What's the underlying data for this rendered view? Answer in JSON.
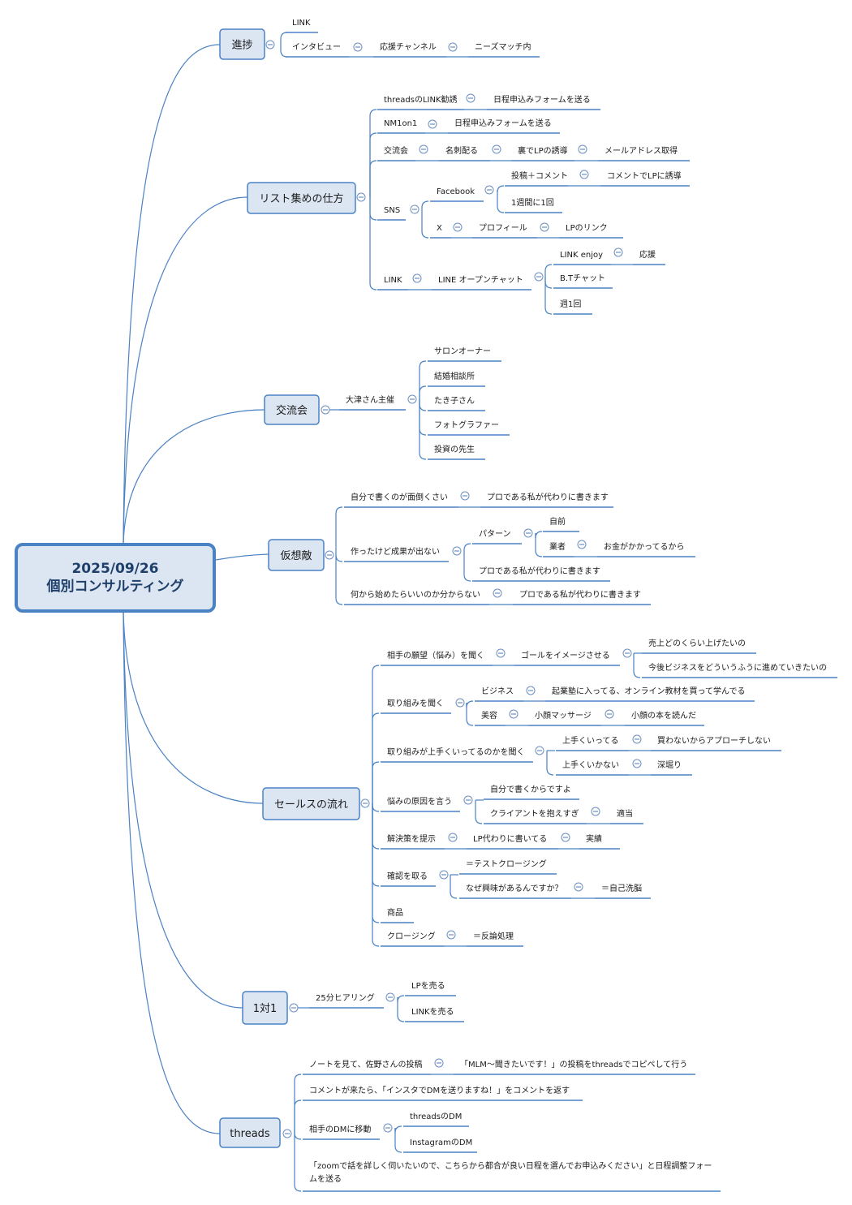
{
  "root": {
    "line1": "2025/09/26",
    "line2": "個別コンサルティング"
  },
  "topics": {
    "shinchoku": "進捗",
    "list": "リスト集めの仕方",
    "koryukai": "交流会",
    "kaso": "仮想敵",
    "sales": "セールスの流れ",
    "oneonone": "1対1",
    "threads": "threads"
  },
  "texts": {
    "p_link": "LINK",
    "p_interview": "インタビュー",
    "p_ouen": "応援チャンネル",
    "p_needs": "ニーズマッチ内",
    "l_threadslink": "threadsのLINK勧誘",
    "l_nittei1": "日程申込みフォームを送る",
    "l_nm": "NM1on1",
    "l_nittei2": "日程申込みフォームを送る",
    "l_koryu": "交流会",
    "l_meishi": "名刺配る",
    "l_ura": "裏でLPの誘導",
    "l_mail": "メールアドレス取得",
    "l_sns": "SNS",
    "l_fb": "Facebook",
    "l_toko": "投稿＋コメント",
    "l_comment": "コメントでLPに誘導",
    "l_shukan": "1週間に1回",
    "l_x": "X",
    "l_profile": "プロフィール",
    "l_lplink": "LPのリンク",
    "l_link": "LINK",
    "l_lineopen": "LINE オープンチャット",
    "l_enjoy": "LINK enjoy",
    "l_ouen": "応援",
    "l_bt": "B.Tチャット",
    "l_shu1": "週1回",
    "k_otsu": "大津さん主催",
    "k_salon": "サロンオーナー",
    "k_kekkon": "結婚相談所",
    "k_takiko": "たき子さん",
    "k_photo": "フォトグラファー",
    "k_toshi": "投資の先生",
    "v_jibun": "自分で書くのが面倒くさい",
    "v_pro1": "プロである私が代わりに書きます",
    "v_tsukutta": "作ったけど成果が出ない",
    "v_pattern": "パターン",
    "v_jimae": "自前",
    "v_gyosha": "業者",
    "v_okane": "お金がかかってるから",
    "v_pro2": "プロである私が代わりに書きます",
    "v_nanikara": "何から始めたらいいのか分からない",
    "v_pro3": "プロである私が代わりに書きます",
    "s_ganbo": "相手の願望（悩み）を聞く",
    "s_goal": "ゴールをイメージさせる",
    "s_uriage": "売上どのくらい上げたいの",
    "s_kongo": "今後ビジネスをどういうふうに進めていきたいの",
    "s_torikumi": "取り組みを聞く",
    "s_business": "ビジネス",
    "s_kigyo": "起業塾に入ってる、オンライン教材を買って学んでる",
    "s_biyo": "美容",
    "s_kogao": "小顔マッサージ",
    "s_kogaohon": "小顔の本を読んだ",
    "s_umaku": "取り組みが上手くいってるのかを聞く",
    "s_umakuitte": "上手くいってる",
    "s_kawanai": "買わないからアプローチしない",
    "s_umakuikanai": "上手くいかない",
    "s_fukabori": "深堀り",
    "s_nayami": "悩みの原因を言う",
    "s_jibun": "自分で書くからですよ",
    "s_client": "クライアントを抱えすぎ",
    "s_tekito": "適当",
    "s_kaiketsu": "解決策を提示",
    "s_lpkawari": "LP代わりに書いてる",
    "s_jisseki": "実績",
    "s_kakunin": "確認を取る",
    "s_test": "＝テストクロージング",
    "s_naze": "なぜ興味があるんですか？",
    "s_jiko": "＝自己洗脳",
    "s_shohin": "商品",
    "s_closing": "クロージング",
    "s_hanron": "＝反論処理",
    "o_25": "25分ヒアリング",
    "o_lp": "LPを売る",
    "o_link": "LINKを売る",
    "t_note": "ノートを見て、佐野さんの投稿",
    "t_mlm": "「MLM〜聞きたいです！」の投稿をthreadsでコピペして行う",
    "t_comment": "コメントが来たら、「インスタでDMを送りますね！」をコメントを返す",
    "t_dm": "相手のDMに移動",
    "t_threadsdm": "threadsのDM",
    "t_instadm": "InstagramのDM",
    "t_zoom1": "「zoomで話を詳しく伺いたいので、こちらから都合が良い日程を選んでお申込みください」と日程調整フォー",
    "t_zoom2": "ムを送る"
  },
  "colors": {
    "line": "#4a82c4",
    "topic_fill": "#dce6f2",
    "text": "#1a1a1a",
    "toggle": "#4a82c4"
  }
}
